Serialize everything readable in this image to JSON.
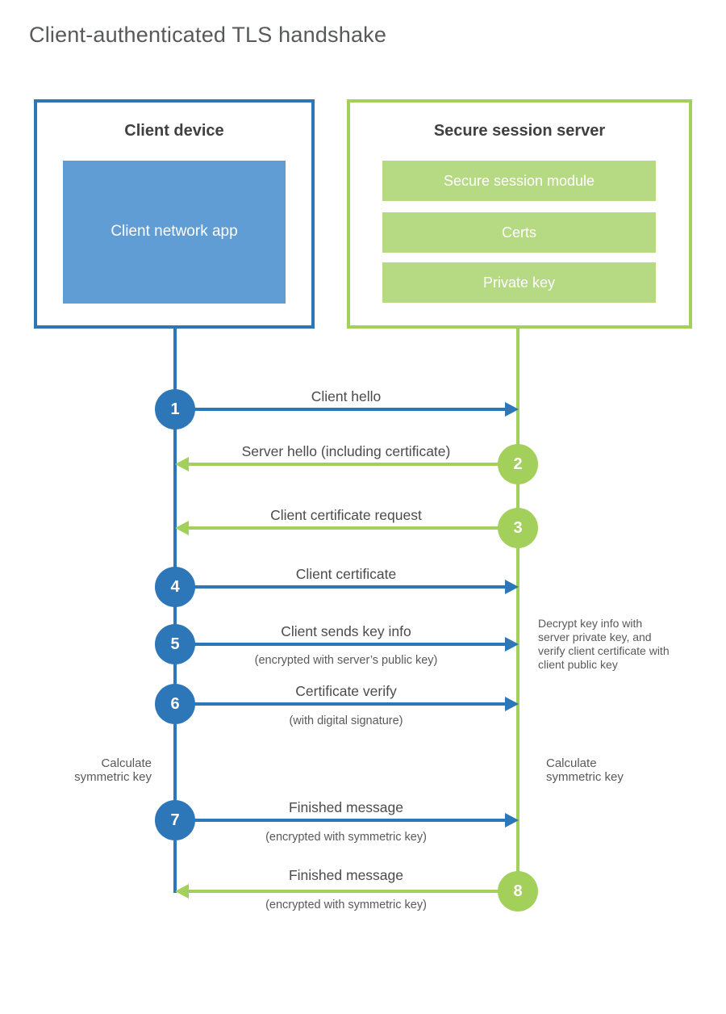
{
  "title": "Client-authenticated TLS handshake",
  "colors": {
    "blue": "#2d76b8",
    "blue_fill": "#5f9dd4",
    "green": "#a3cf5b",
    "green_fill": "#b6d983"
  },
  "client_box": {
    "title": "Client device",
    "app_label": "Client network app"
  },
  "server_box": {
    "title": "Secure session server",
    "modules": [
      "Secure session module",
      "Certs",
      "Private key"
    ]
  },
  "steps": [
    {
      "num": "1",
      "label": "Client hello",
      "sublabel": "",
      "direction": "right",
      "color": "blue"
    },
    {
      "num": "2",
      "label": "Server hello (including certificate)",
      "sublabel": "",
      "direction": "left",
      "color": "green"
    },
    {
      "num": "3",
      "label": "Client certificate request",
      "sublabel": "",
      "direction": "left",
      "color": "green"
    },
    {
      "num": "4",
      "label": "Client certificate",
      "sublabel": "",
      "direction": "right",
      "color": "blue"
    },
    {
      "num": "5",
      "label": "Client sends key info",
      "sublabel": "(encrypted with server’s public key)",
      "direction": "right",
      "color": "blue"
    },
    {
      "num": "6",
      "label": "Certificate verify",
      "sublabel": "(with digital signature)",
      "direction": "right",
      "color": "blue"
    },
    {
      "num": "7",
      "label": "Finished message",
      "sublabel": "(encrypted with symmetric key)",
      "direction": "right",
      "color": "blue"
    },
    {
      "num": "8",
      "label": "Finished message",
      "sublabel": "(encrypted with symmetric key)",
      "direction": "left",
      "color": "green"
    }
  ],
  "notes": {
    "decrypt_note": "Decrypt key info with server private key, and verify client certificate with client public key",
    "calc_left": "Calculate symmetric key",
    "calc_right": "Calculate symmetric key"
  }
}
